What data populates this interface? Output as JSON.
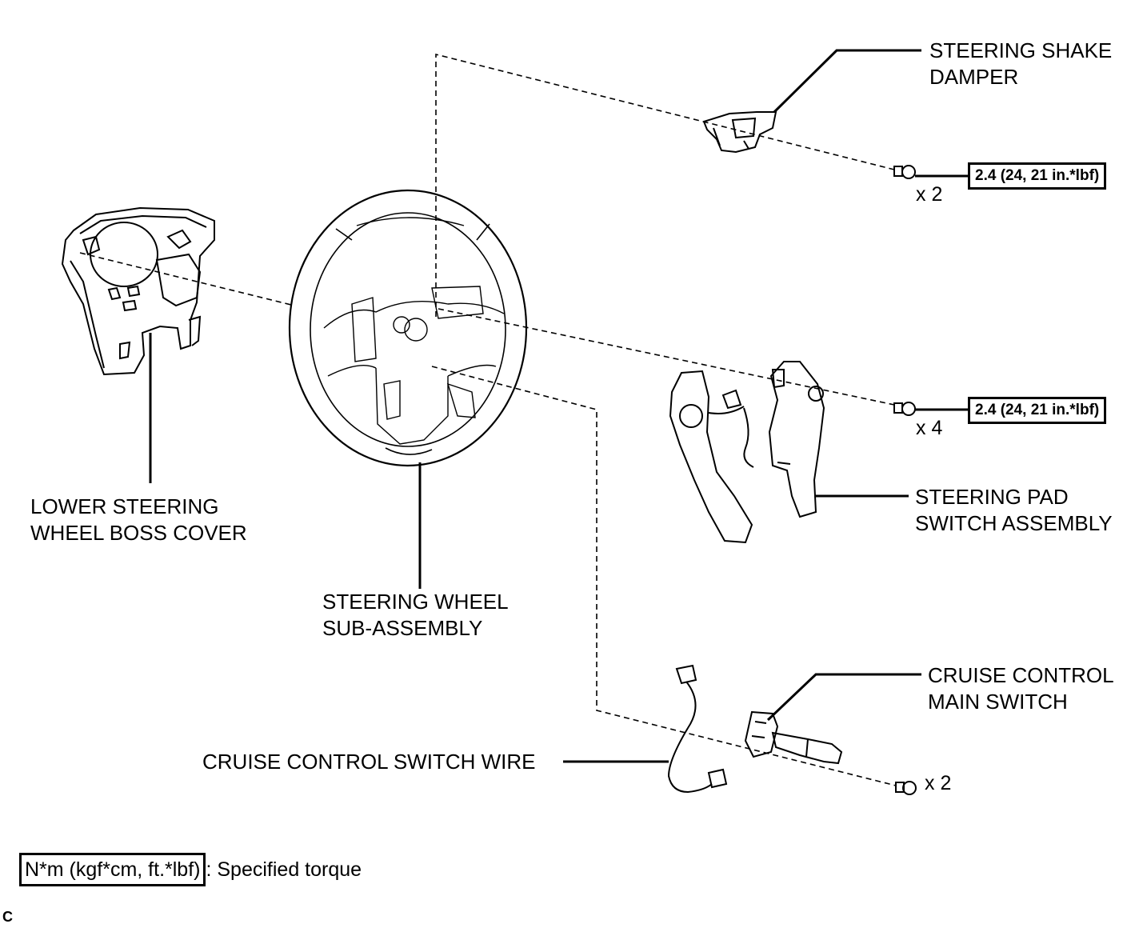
{
  "labels": {
    "steering_shake_damper": [
      "STEERING SHAKE",
      "DAMPER"
    ],
    "lower_boss_cover": [
      "LOWER STEERING",
      "WHEEL BOSS COVER"
    ],
    "steering_wheel": [
      "STEERING WHEEL",
      "SUB-ASSEMBLY"
    ],
    "steering_pad_switch": [
      "STEERING PAD",
      "SWITCH ASSEMBLY"
    ],
    "cruise_main_switch": [
      "CRUISE CONTROL",
      "MAIN SWITCH"
    ],
    "cruise_switch_wire": "CRUISE CONTROL SWITCH WIRE"
  },
  "torque": {
    "damper_bolt": "2.4 (24, 21 in.*lbf)",
    "pad_bolt": "2.4 (24, 21 in.*lbf)"
  },
  "quantities": {
    "damper_bolt": "x 2",
    "pad_bolt": "x 4",
    "main_switch_bolt": "x 2"
  },
  "legend": {
    "box_text": "N*m (kgf*cm, ft.*lbf)",
    "description": ": Specified torque"
  },
  "figure_code": "C"
}
